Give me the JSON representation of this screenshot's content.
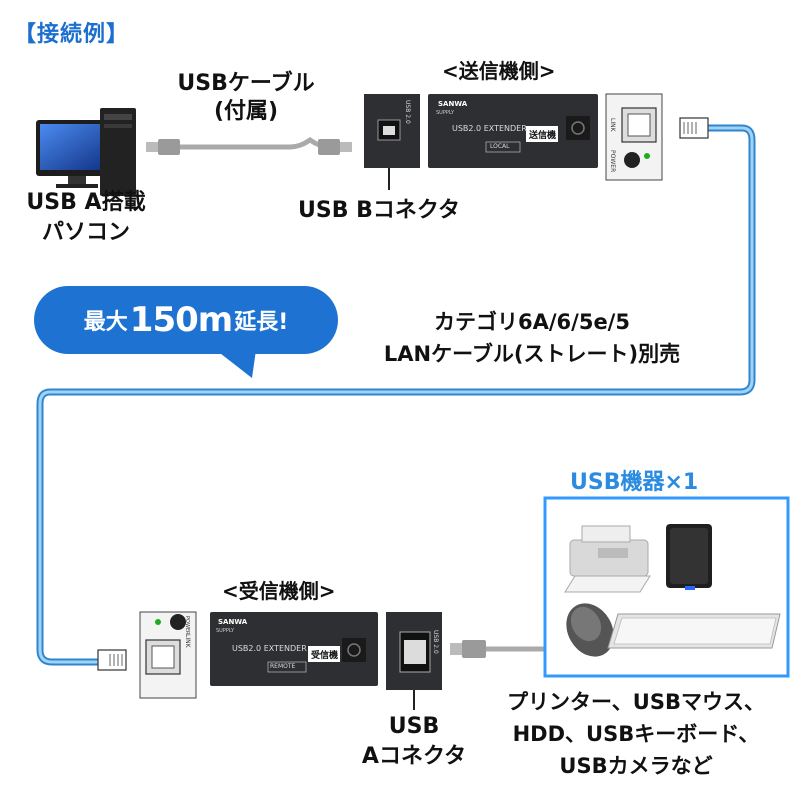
{
  "title": "【接続例】",
  "sender_label": "<送信機側>",
  "receiver_label": "<受信機側>",
  "usb_cable": {
    "line1": "USBケーブル",
    "line2": "(付属)"
  },
  "pc_label": {
    "line1": "USB A搭載",
    "line2": "パソコン"
  },
  "usb_b_label": "USB Bコネクタ",
  "usb_a_label": {
    "line1": "USB",
    "line2": "Aコネクタ"
  },
  "bubble": {
    "pre": "最大",
    "big": "150m",
    "post": "延長!"
  },
  "lan_cable": {
    "line1": "カテゴリ6A/6/5e/5",
    "line2": "LANケーブル(ストレート)別売"
  },
  "devices_title": "USB機器×1",
  "devices_desc": {
    "line1": "プリンター、USBマウス、",
    "line2": "HDD、USBキーボード、",
    "line3": "USBカメラなど"
  },
  "device": {
    "brand": "SANWA",
    "brand_sub": "SUPPLY",
    "model": "USB2.0 EXTENDER",
    "sender_badge": "LOCAL",
    "receiver_badge": "REMOTE",
    "sender_tag": "送信機",
    "receiver_tag": "受信機",
    "port_usb2": "USB 2.0",
    "port_link": "LINK",
    "port_power": "POWER"
  },
  "colors": {
    "accent": "#1c6fcf",
    "lan_cable": "#4aa8e8",
    "bubble": "#1e73d2",
    "device_body": "#2d2f33"
  }
}
